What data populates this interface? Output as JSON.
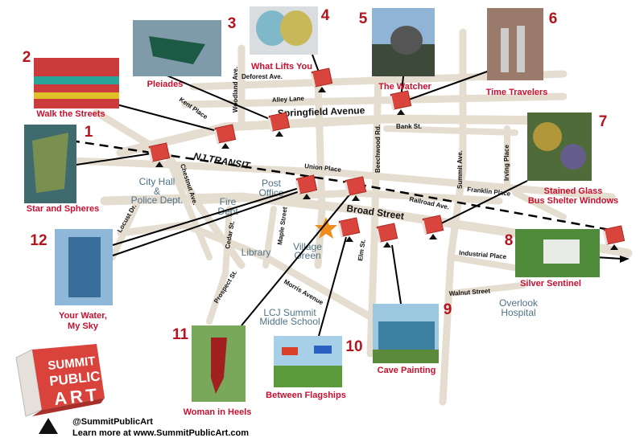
{
  "colors": {
    "accent": "#c8102e",
    "road": "#e6ddd1",
    "place": "#4f7388"
  },
  "streets": {
    "deforest": "Deforest Ave.",
    "alley": "Alley Lane",
    "springfield": "Springfield Avenue",
    "kent": "Kent Place",
    "woodland": "Woodland Ave.",
    "bank": "Bank St.",
    "beechwood": "Beechwood Rd.",
    "transit": "NJ TRANSIT",
    "union": "Union Place",
    "chestnut": "Chestnut Ave.",
    "summit": "Summit Ave.",
    "irving": "Irving Place",
    "franklin": "Franklin Place",
    "railroad": "Railroad Ave.",
    "broad": "Broad Street",
    "cedar": "Cedar St.",
    "maple": "Maple Street",
    "elm": "Elm St.",
    "locust": "Locust Dr.",
    "prospect": "Prospect St.",
    "morris": "Morris Avenue",
    "industrial": "Industrial Place",
    "walnut": "Walnut Street"
  },
  "places": {
    "cityhall": [
      "City Hall",
      "&",
      "Police Dept."
    ],
    "post": [
      "Post",
      "Office"
    ],
    "fire": [
      "Fire",
      "Dept"
    ],
    "library": "Library",
    "green": [
      "Village",
      "Green"
    ],
    "school": [
      "LCJ Summit",
      "Middle School"
    ],
    "hospital": [
      "Overlook",
      "Hospital"
    ]
  },
  "artworks": [
    {
      "number": "1",
      "title": [
        "Star and Spheres"
      ]
    },
    {
      "number": "2",
      "title": [
        "Walk the Streets"
      ]
    },
    {
      "number": "3",
      "title": [
        "Pleiades"
      ]
    },
    {
      "number": "4",
      "title": [
        "What Lifts You"
      ]
    },
    {
      "number": "5",
      "title": [
        "The Watcher"
      ]
    },
    {
      "number": "6",
      "title": [
        "Time Travelers"
      ]
    },
    {
      "number": "7",
      "title": [
        "Stained Glass",
        "Bus Shelter Windows"
      ]
    },
    {
      "number": "8",
      "title": [
        "Silver Sentinel"
      ]
    },
    {
      "number": "9",
      "title": [
        "Cave Painting"
      ]
    },
    {
      "number": "10",
      "title": [
        "Between Flagships"
      ]
    },
    {
      "number": "11",
      "title": [
        "Woman in Heels"
      ]
    },
    {
      "number": "12",
      "title": [
        "Your Water,",
        "My Sky"
      ]
    }
  ],
  "logo": {
    "lines": [
      "SUMMIT",
      "PUBLIC",
      "ART"
    ],
    "marker_text": [
      "SUMMIT",
      "PUBLIC",
      "ART"
    ]
  },
  "footer": {
    "handle": "@SummitPublicArt",
    "site": "Learn more at www.SummitPublicArt.com"
  }
}
